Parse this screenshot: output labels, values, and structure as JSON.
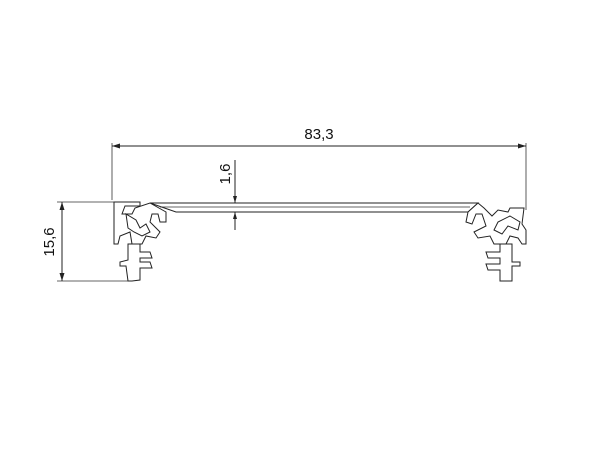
{
  "drawing": {
    "dimensions": {
      "overall_width": "83,3",
      "overall_height": "15,6",
      "plate_thickness": "1,6"
    }
  }
}
